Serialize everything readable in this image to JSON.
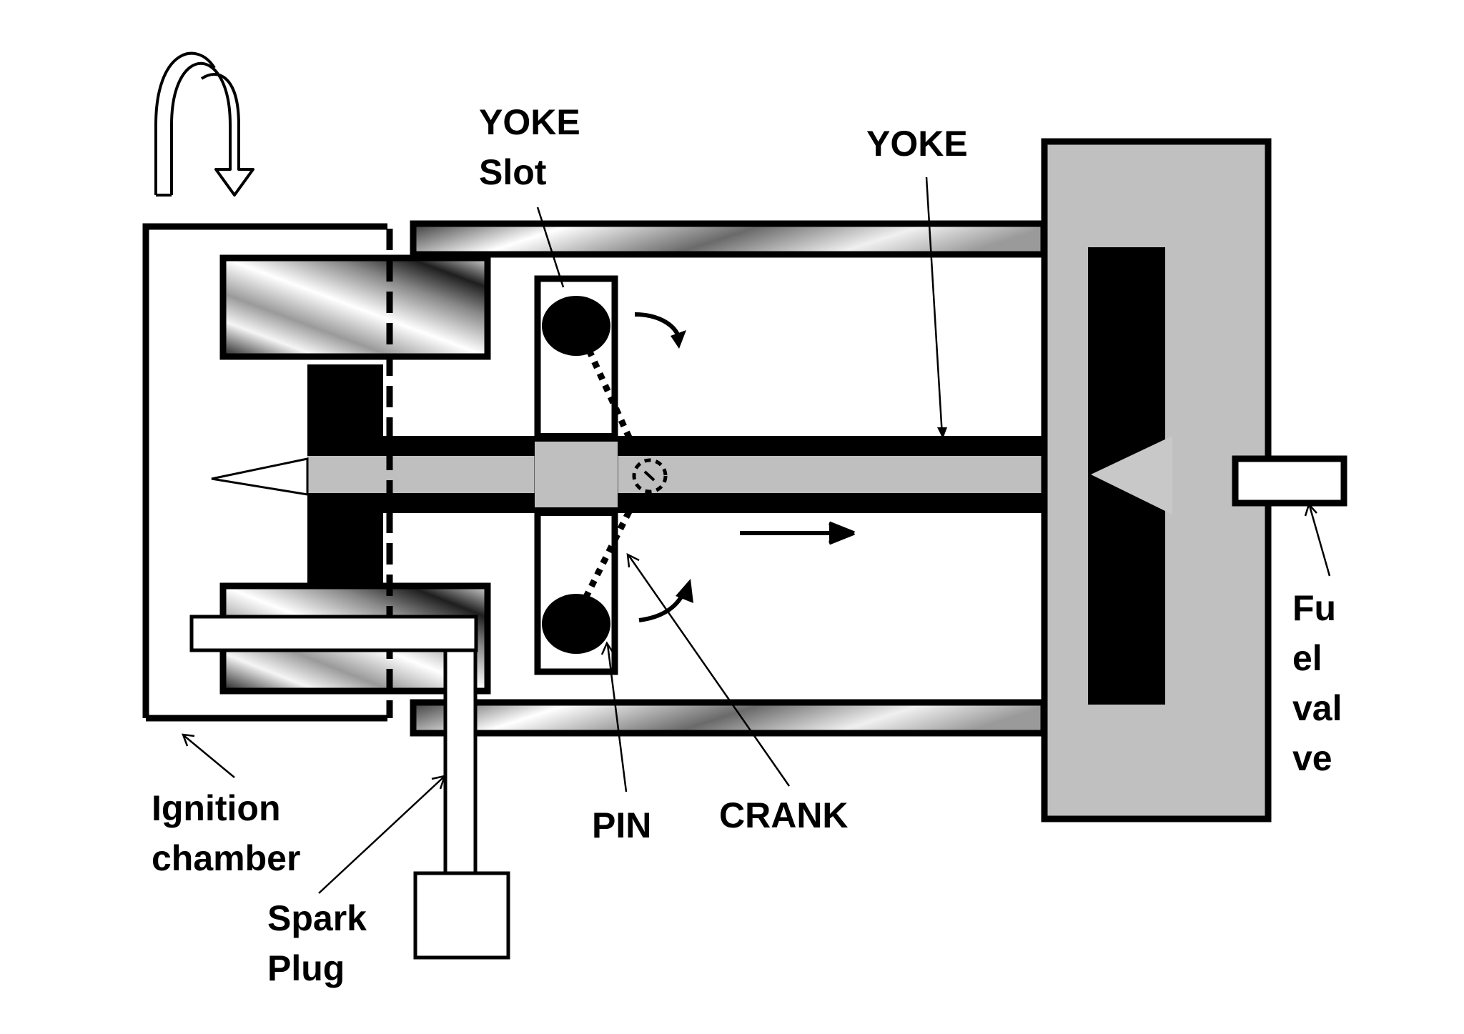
{
  "labels": {
    "yoke_slot": [
      "YOKE",
      "Slot"
    ],
    "yoke": "YOKE",
    "ignition_chamber": [
      "Ignition",
      "chamber"
    ],
    "spark_plug": [
      "Spark",
      "Plug"
    ],
    "pin": "PIN",
    "crank": "CRANK",
    "fuel_valve": [
      "Fu",
      "el",
      "val",
      "ve"
    ]
  },
  "colors": {
    "outline": "#000000",
    "background": "#ffffff",
    "body_gray": "#c0c0c0",
    "rod_gray": "#bfbfbf",
    "dark_fill": "#000000"
  },
  "icons": {
    "rotation_arrow": "curved-u-turn-arrow-icon",
    "motion_arrow": "right-arrow-icon",
    "crank_rotation_top": "curved-arrow-clockwise-icon",
    "crank_rotation_bottom": "curved-arrow-up-icon"
  }
}
